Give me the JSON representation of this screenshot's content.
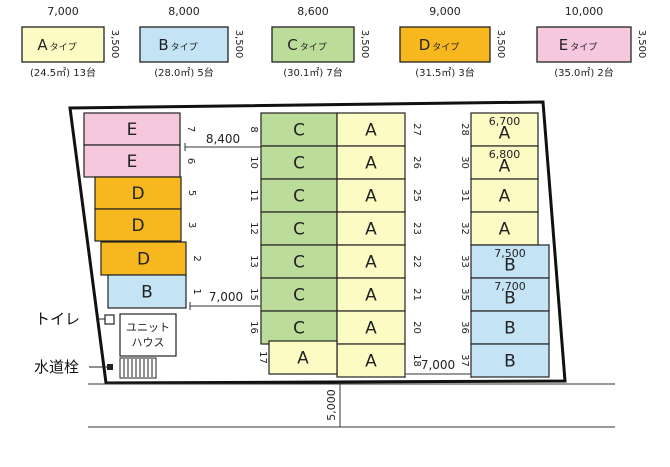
{
  "legend": [
    {
      "width": "7,000",
      "depth": "3,500",
      "letter": "A",
      "suffix": "タイプ",
      "area": "(24.5㎡) 13台",
      "color": "#fdfbc4"
    },
    {
      "width": "8,000",
      "depth": "3,500",
      "letter": "B",
      "suffix": "タイプ",
      "area": "(28.0㎡) 5台",
      "color": "#c4e4f6"
    },
    {
      "width": "8,600",
      "depth": "3,500",
      "letter": "C",
      "suffix": "タイプ",
      "area": "(30.1㎡) 7台",
      "color": "#bcdd9a"
    },
    {
      "width": "9,000",
      "depth": "3,500",
      "letter": "D",
      "suffix": "タイプ",
      "area": "(31.5㎡) 3台",
      "color": "#f7b81f"
    },
    {
      "width": "10,000",
      "depth": "3,500",
      "letter": "E",
      "suffix": "タイプ",
      "area": "(35.0㎡) 2台",
      "color": "#f5c8de"
    }
  ],
  "left_column": [
    {
      "type": "E",
      "num": "7"
    },
    {
      "type": "E",
      "num": "6"
    },
    {
      "type": "D",
      "num": "5"
    },
    {
      "type": "D",
      "num": "3"
    },
    {
      "type": "D",
      "num": "2"
    },
    {
      "type": "B",
      "num": "1"
    }
  ],
  "center_c": [
    {
      "type": "C",
      "num": "8"
    },
    {
      "type": "C",
      "num": "10"
    },
    {
      "type": "C",
      "num": "11"
    },
    {
      "type": "C",
      "num": "12"
    },
    {
      "type": "C",
      "num": "13"
    },
    {
      "type": "C",
      "num": "15"
    },
    {
      "type": "C",
      "num": "16"
    }
  ],
  "center_a": [
    {
      "type": "A",
      "num": "27"
    },
    {
      "type": "A",
      "num": "26"
    },
    {
      "type": "A",
      "num": "25"
    },
    {
      "type": "A",
      "num": "23"
    },
    {
      "type": "A",
      "num": "22"
    },
    {
      "type": "A",
      "num": "21"
    },
    {
      "type": "A",
      "num": "20"
    },
    {
      "type": "A",
      "num": "18"
    }
  ],
  "bottom_a": {
    "type": "A",
    "num": "17"
  },
  "right_column": [
    {
      "type": "A",
      "num": "28",
      "dim": "6,700"
    },
    {
      "type": "A",
      "num": "30",
      "dim": "6,800"
    },
    {
      "type": "A",
      "num": "31",
      "dim": ""
    },
    {
      "type": "A",
      "num": "32",
      "dim": ""
    },
    {
      "type": "B",
      "num": "33",
      "dim": "7,500"
    },
    {
      "type": "B",
      "num": "35",
      "dim": "7,700"
    },
    {
      "type": "B",
      "num": "36",
      "dim": ""
    },
    {
      "type": "B",
      "num": "37",
      "dim": ""
    }
  ],
  "dimensions": {
    "d1": "8,400",
    "d2": "7,000",
    "d3": "7,000",
    "road": "5,000"
  },
  "labels": {
    "toilet": "トイレ",
    "unit_house_1": "ユニット",
    "unit_house_2": "ハウス",
    "faucet": "水道栓"
  }
}
